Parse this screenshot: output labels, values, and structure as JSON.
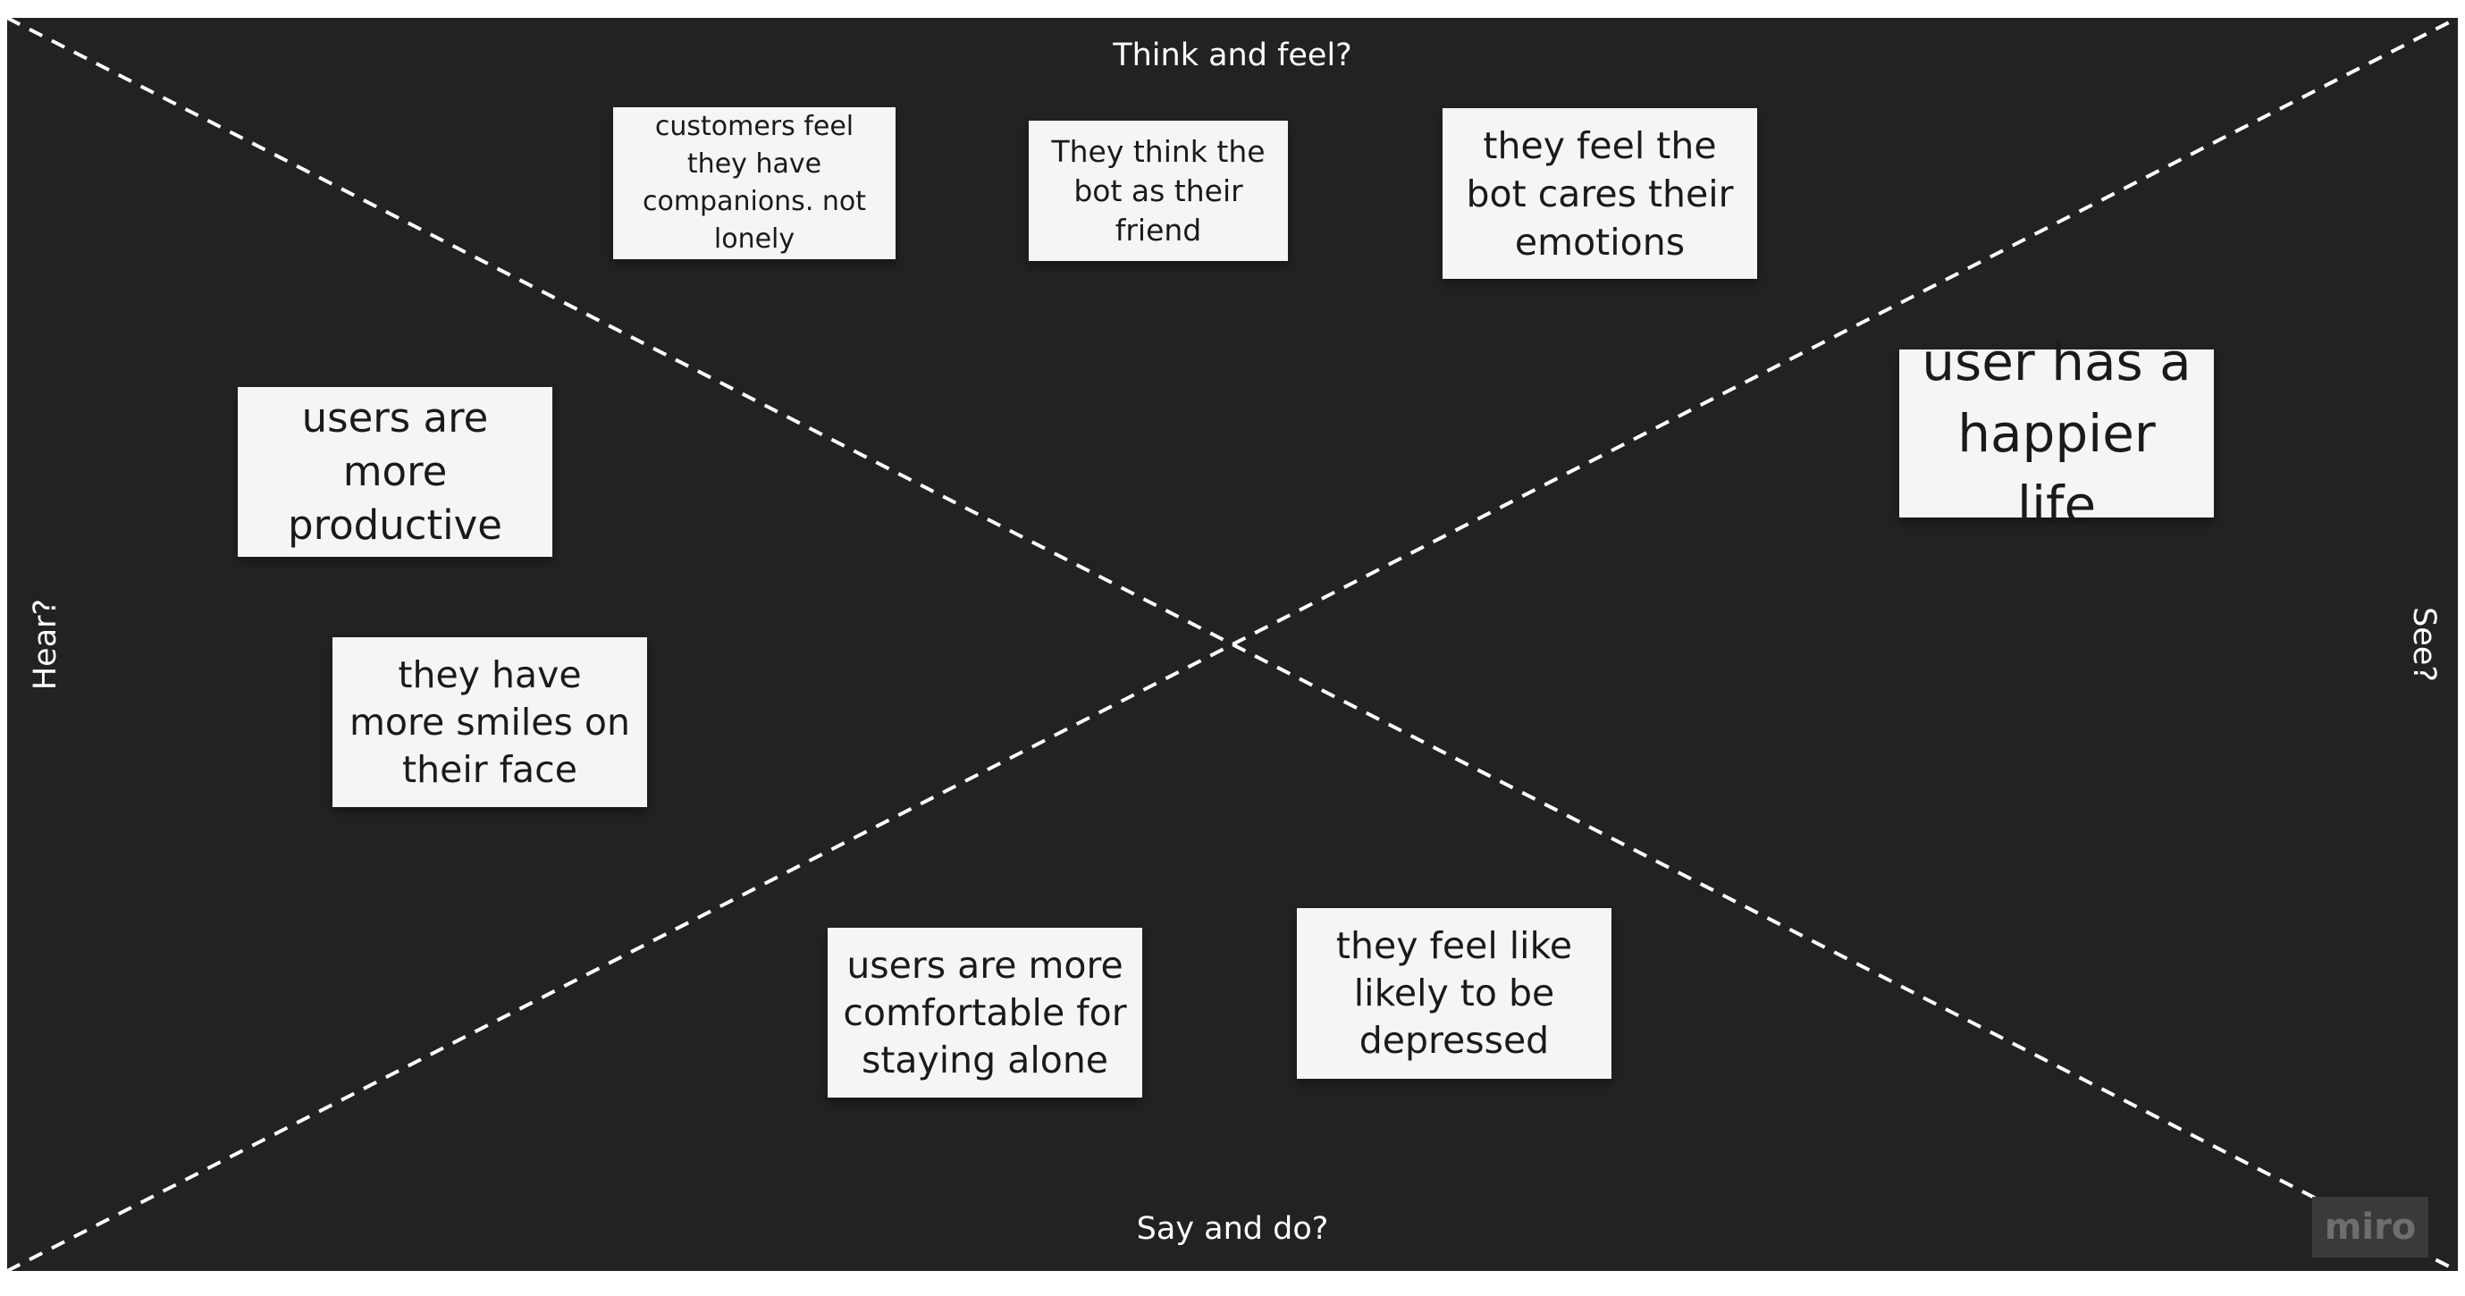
{
  "board": {
    "background": "#222222",
    "labels": {
      "top": "Think and feel?",
      "bottom": "Say and do?",
      "left": "Hear?",
      "right": "See?"
    },
    "notes": [
      {
        "id": "n1",
        "text": "customers feel they have companions. not lonely"
      },
      {
        "id": "n2",
        "text": "They think the bot as their friend"
      },
      {
        "id": "n3",
        "text": "they feel the bot cares their emotions"
      },
      {
        "id": "n4",
        "text": "users are more productive"
      },
      {
        "id": "n5",
        "text": "user has a happier life"
      },
      {
        "id": "n6",
        "text": "they have more smiles on their face"
      },
      {
        "id": "n7",
        "text": "users are more comfortable for staying alone"
      },
      {
        "id": "n8",
        "text": "they feel like likely to be depressed"
      }
    ],
    "note_color": "#f5f5f6",
    "line_color": "#ffffff"
  },
  "watermark": {
    "text": "miro"
  }
}
